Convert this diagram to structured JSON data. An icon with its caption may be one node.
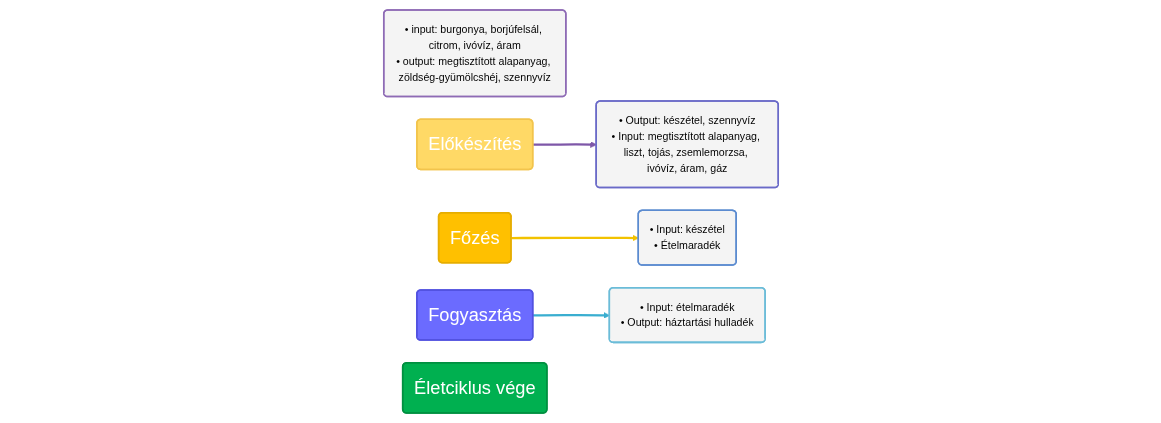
{
  "diagram": {
    "nodes": [
      {
        "text": [
          "• input: burgonya, borjúfelsál, citrom, ivóvíz, áram",
          "• output: megtisztított alapanyag, zöldség-gyümölcshéj, szennyvíz"
        ]
      },
      {
        "text": [
          "Előkészítés"
        ]
      },
      {
        "text": [
          "• Output: készétel, szennyvíz",
          "• Input: megtisztított alapanyag, liszt, tojás, zsemlemorzsa, ivóvíz, áram, gáz"
        ]
      },
      {
        "text": [
          "Főzés"
        ]
      },
      {
        "text": [
          "• Input: készétel",
          "• Ételmaradék"
        ]
      },
      {
        "text": [
          "Fogyasztás"
        ]
      },
      {
        "text": [
          "• Input: ételmaradék",
          "• Output: háztartási hulladék"
        ]
      },
      {
        "text": [
          "Életciklus vége"
        ]
      }
    ],
    "edges": [
      {
        "from": 1,
        "to": 2,
        "arrow": "to",
        "color": "#7e57a8"
      },
      {
        "from": 3,
        "to": 4,
        "arrow": "to",
        "color": "#f2c200"
      },
      {
        "from": 5,
        "to": 6,
        "arrow": "to",
        "color": "#3aaed0"
      }
    ]
  }
}
